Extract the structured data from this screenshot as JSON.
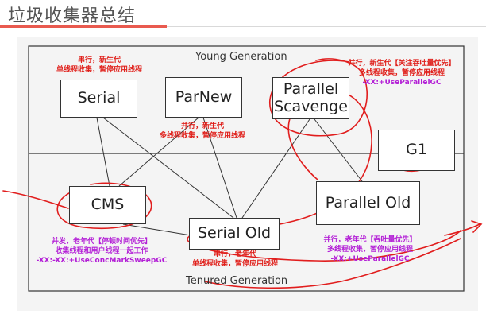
{
  "header": {
    "title": "垃圾收集器总结"
  },
  "diagram": {
    "young_label": "Young Generation",
    "tenured_label": "Tenured Generation",
    "collectors": {
      "serial": "Serial",
      "parnew": "ParNew",
      "parallel_scavenge_line1": "Parallel",
      "parallel_scavenge_line2": "Scavenge",
      "g1": "G1",
      "cms": "CMS",
      "serial_old": "Serial Old",
      "parallel_old": "Parallel Old"
    },
    "notes": {
      "serial": {
        "line1": "串行，新生代",
        "line2": "单线程收集，暂停应用线程"
      },
      "parnew": {
        "line1": "并行，新生代",
        "line2": "多线程收集，暂停应用线程"
      },
      "parallel_scavenge": {
        "line1": "并行，新生代【关注吞吐量优先】",
        "line2": "多线程收集，暂停应用线程",
        "flag": "-XX:+UseParallelGC"
      },
      "cms": {
        "line1": "并发，老年代【停顿时间优先】",
        "line2": "收集线程和用户线程一起工作",
        "flag": "-XX:-XX:+UseConcMarkSweepGC"
      },
      "serial_old": {
        "line1": "串行，老年代",
        "line2": "单线程收集，暂停应用线程"
      },
      "parallel_old": {
        "line1": "并行，老年代【吞吐量优先】",
        "line2": "多线程收集，暂停应用线程",
        "flag": "-XX:+UseParallelGC"
      }
    }
  },
  "colors": {
    "note_red": "#e0201b",
    "note_purple": "#b31fd6",
    "annotation_red": "#e11d1d",
    "title_accent": "#e95a4f"
  }
}
